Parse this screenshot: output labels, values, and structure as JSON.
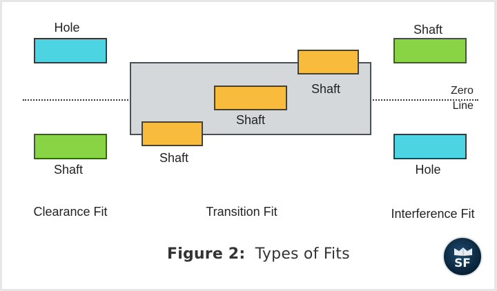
{
  "figure": {
    "caption_bold": "Figure 2:",
    "caption_text": "Types of Fits",
    "zero_line_label": [
      "Zero",
      "Line"
    ]
  },
  "fits": [
    {
      "name": "Clearance Fit",
      "parts": [
        {
          "label": "Hole",
          "type": "hole",
          "relative_position": "above zero line"
        },
        {
          "label": "Shaft",
          "type": "shaft",
          "relative_position": "below zero line"
        }
      ]
    },
    {
      "name": "Transition Fit",
      "parts": [
        {
          "label": "Shaft",
          "type": "shaft",
          "relative_position": "overlapping top of hole zone"
        },
        {
          "label": "Shaft",
          "type": "shaft",
          "relative_position": "across zero line"
        },
        {
          "label": "Shaft",
          "type": "shaft",
          "relative_position": "overlapping bottom of hole zone"
        }
      ]
    },
    {
      "name": "Interference Fit",
      "parts": [
        {
          "label": "Shaft",
          "type": "shaft",
          "relative_position": "above zero line"
        },
        {
          "label": "Hole",
          "type": "hole",
          "relative_position": "below zero line"
        }
      ]
    }
  ],
  "colors": {
    "hole": "#4dd4e2",
    "shaft_clearance_interference": "#88d445",
    "shaft_transition": "#f8bb3c",
    "transition_zone": "#d4d8db"
  },
  "logo": {
    "text": "SF",
    "icon": "book-icon"
  }
}
